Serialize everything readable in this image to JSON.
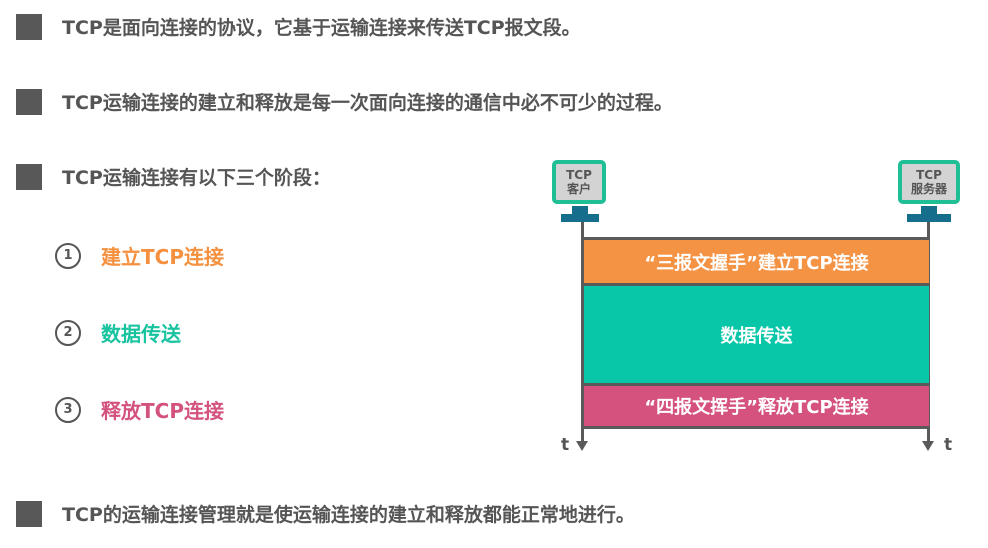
{
  "bullets": [
    "TCP是面向连接的协议，它基于运输连接来传送TCP报文段。",
    "TCP运输连接的建立和释放是每一次面向连接的通信中必不可少的过程。",
    "TCP运输连接有以下三个阶段：",
    "TCP的运输连接管理就是使运输连接的建立和释放都能正常地进行。"
  ],
  "stages": [
    {
      "num": "1",
      "label": "建立TCP连接",
      "color": "#f5903e"
    },
    {
      "num": "2",
      "label": "数据传送",
      "color": "#18c3a0"
    },
    {
      "num": "3",
      "label": "释放TCP连接",
      "color": "#d4537e"
    }
  ],
  "diagram": {
    "client": {
      "line1": "TCP",
      "line2": "客户"
    },
    "server": {
      "line1": "TCP",
      "line2": "服务器"
    },
    "phases": [
      {
        "label": "“三报文握手”建立TCP连接",
        "color": "#f59345"
      },
      {
        "label": "数据传送",
        "color": "#08c6a8"
      },
      {
        "label": "“四报文挥手”释放TCP连接",
        "color": "#d4527d"
      }
    ],
    "time_label": "t"
  }
}
